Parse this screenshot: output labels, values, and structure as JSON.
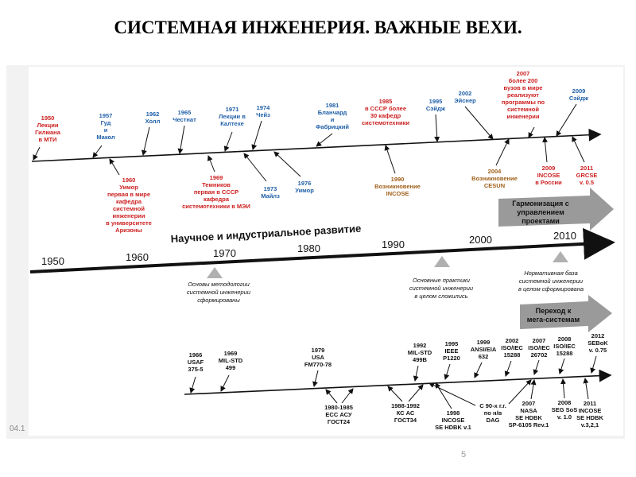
{
  "title": "СИСТЕМНАЯ ИНЖЕНЕРИЯ. ВАЖНЫЕ ВЕХИ.",
  "footer": {
    "date_fragment": "04.1",
    "page_number": "5"
  },
  "top_timeline": {
    "above": [
      {
        "id": "1950",
        "color": "red",
        "lines": [
          "1950",
          "Лекции",
          "Гилмана",
          "в МТИ"
        ]
      },
      {
        "id": "1957",
        "color": "blue",
        "lines": [
          "1957",
          "Гуд",
          "и",
          "Макол"
        ]
      },
      {
        "id": "1962",
        "color": "blue",
        "lines": [
          "1962",
          "Холл"
        ]
      },
      {
        "id": "1965",
        "color": "blue",
        "lines": [
          "1965",
          "Честнат"
        ]
      },
      {
        "id": "1971",
        "color": "blue",
        "lines": [
          "1971",
          "Лекции в",
          "Калтехе"
        ]
      },
      {
        "id": "1974",
        "color": "blue",
        "lines": [
          "1974",
          "Чейз"
        ]
      },
      {
        "id": "1981",
        "color": "blue",
        "lines": [
          "1981",
          "Бланчард",
          "и",
          "Фабрицкий"
        ]
      },
      {
        "id": "1985",
        "color": "red",
        "lines": [
          "1985",
          "в СССР более",
          "30 кафедр",
          "системотехники"
        ]
      },
      {
        "id": "1995",
        "color": "blue",
        "lines": [
          "1995",
          "Сэйдж"
        ]
      },
      {
        "id": "2002",
        "color": "blue",
        "lines": [
          "2002",
          "Эйснер"
        ]
      },
      {
        "id": "2007",
        "color": "red",
        "lines": [
          "2007",
          "более 200",
          "вузов в мире",
          "реализуют",
          "программы по",
          "системной",
          "инженерии"
        ]
      },
      {
        "id": "2009",
        "color": "blue",
        "lines": [
          "2009",
          "Сэйдж"
        ]
      }
    ],
    "below": [
      {
        "id": "1960",
        "color": "red",
        "lines": [
          "1960",
          "Уимор",
          "первая в мире",
          "кафедра",
          "системной",
          "инженерии",
          "в университете",
          "Аризоны"
        ]
      },
      {
        "id": "1969",
        "color": "red",
        "lines": [
          "1969",
          "Темников",
          "первая в СССР",
          "кафедра",
          "системотехники в МЭИ"
        ]
      },
      {
        "id": "1973",
        "color": "blue",
        "lines": [
          "1973",
          "Майлз"
        ]
      },
      {
        "id": "1976",
        "color": "blue",
        "lines": [
          "1976",
          "Уимор"
        ]
      },
      {
        "id": "1990",
        "color": "brown",
        "lines": [
          "1990",
          "Возникновение",
          "INCOSE"
        ]
      },
      {
        "id": "2004",
        "color": "brown",
        "lines": [
          "2004",
          "Возникновение",
          "CESUN"
        ]
      },
      {
        "id": "2009b",
        "color": "red",
        "lines": [
          "2009",
          "INCOSE",
          "в России"
        ]
      },
      {
        "id": "2011",
        "color": "red",
        "lines": [
          "2011",
          "GRCSE",
          "v. 0.5"
        ]
      }
    ]
  },
  "harmonization_arrow": [
    "Гармонизация с",
    "управлением",
    "проектами"
  ],
  "development_heading": "Научное и индустриальное развитие",
  "decades": [
    "1950",
    "1960",
    "1970",
    "1980",
    "1990",
    "2000",
    "2010"
  ],
  "phases": [
    {
      "id": "phase1",
      "lines": [
        "Основы методологии",
        "системной инженерии",
        "сформированы"
      ]
    },
    {
      "id": "phase2",
      "lines": [
        "Основные практики",
        "системной инженерии",
        "в целом сложились"
      ]
    },
    {
      "id": "phase3",
      "lines": [
        "Нормативная база",
        "системной инженерии",
        "в целом сформирована"
      ]
    }
  ],
  "mega_arrow": [
    "Переход к",
    "мега-системам"
  ],
  "standards": {
    "above": [
      {
        "id": "1966",
        "lines": [
          "1966",
          "USAF",
          "375-5"
        ]
      },
      {
        "id": "1969",
        "lines": [
          "1969",
          "MIL-STD",
          "499"
        ]
      },
      {
        "id": "1979",
        "lines": [
          "1979",
          "USA",
          "FM770-78"
        ]
      },
      {
        "id": "1992",
        "lines": [
          "1992",
          "MIL-STD",
          "499B"
        ]
      },
      {
        "id": "1995",
        "lines": [
          "1995",
          "IEEE",
          "P1220"
        ]
      },
      {
        "id": "1999",
        "lines": [
          "1999",
          "ANSI/EIA",
          "632"
        ]
      },
      {
        "id": "2002",
        "lines": [
          "2002",
          "ISO/IEC",
          "15288"
        ]
      },
      {
        "id": "2007",
        "lines": [
          "2007",
          "ISO/IEC",
          "26702"
        ]
      },
      {
        "id": "2008",
        "lines": [
          "2008",
          "ISO/IEC",
          "15288"
        ]
      },
      {
        "id": "2012",
        "lines": [
          "2012",
          "SEBoK",
          "v. 0.75"
        ]
      }
    ],
    "below": [
      {
        "id": "1980-1985",
        "lines": [
          "1980-1985",
          "ЕСС АСУ",
          "ГОСТ24"
        ]
      },
      {
        "id": "1988-1992",
        "lines": [
          "1988-1992",
          "КС АС",
          "ГОСТ34"
        ]
      },
      {
        "id": "1998",
        "lines": [
          "1998",
          "INCOSE",
          "SE HDBK v.1"
        ]
      },
      {
        "id": "90s",
        "lines": [
          "С 90-х г.г.",
          "по н/в",
          "DAG"
        ]
      },
      {
        "id": "2007b",
        "lines": [
          "2007",
          "NASA",
          "SE HDBK",
          "SP-6105 Rev.1"
        ]
      },
      {
        "id": "2008b",
        "lines": [
          "2008",
          "SEG SoS",
          "v. 1.0"
        ]
      },
      {
        "id": "2011b",
        "lines": [
          "2011",
          "INCOSE",
          "SE HDBK",
          "v.3,2,1"
        ]
      }
    ]
  },
  "colors": {
    "blue": "#1f5fa8",
    "red": "#cc1f1f",
    "brown": "#a0601a",
    "arrow_gray": "#9a9a9a"
  }
}
